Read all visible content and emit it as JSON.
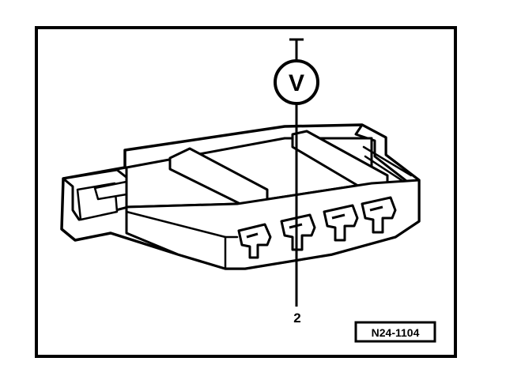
{
  "diagram": {
    "meter_symbol": "V",
    "pin_label": "2",
    "reference_code": "N24-1104",
    "line_color": "#000000",
    "background_color": "#ffffff"
  }
}
